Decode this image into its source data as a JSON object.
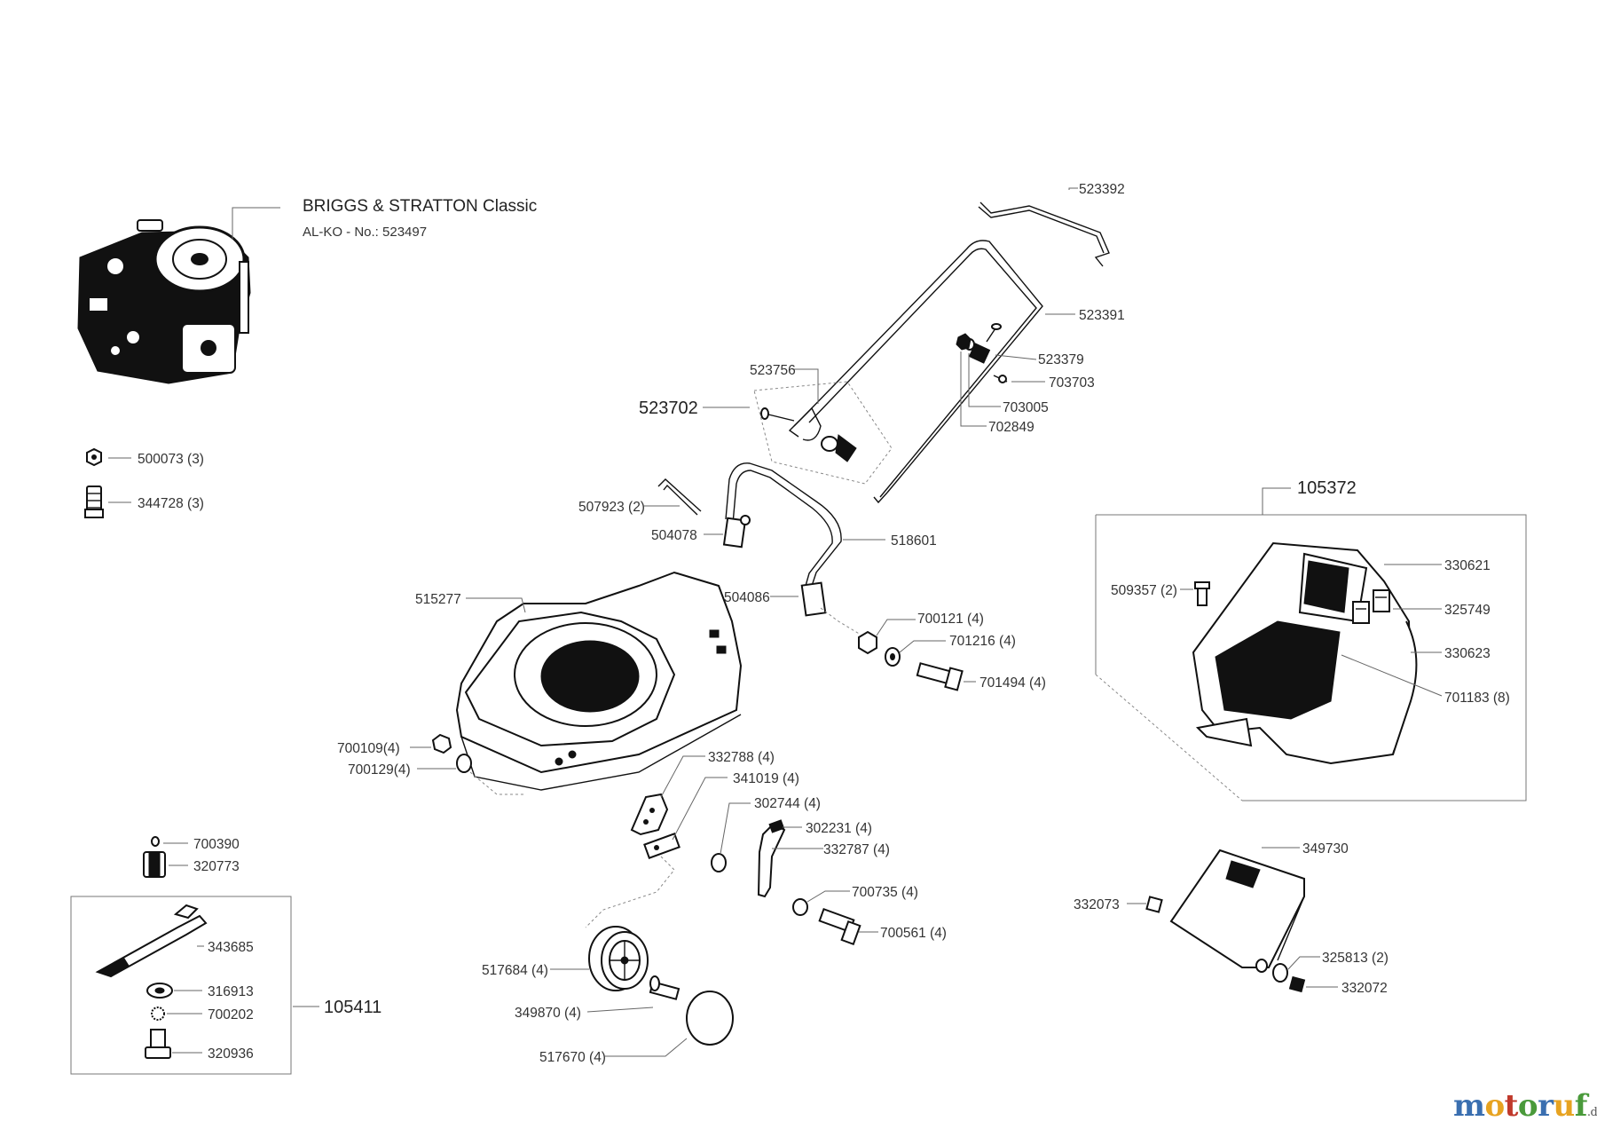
{
  "engine": {
    "title": "BRIGGS & STRATTON Classic",
    "subtitle": "AL-KO - No.: 523497"
  },
  "parts": {
    "p523392": "523392",
    "p523391": "523391",
    "p523379": "523379",
    "p703703": "703703",
    "p703005": "703005",
    "p702849": "702849",
    "p523756": "523756",
    "p523702": "523702",
    "p500073": "500073 (3)",
    "p344728": "344728 (3)",
    "p507923": "507923 (2)",
    "p504078": "504078",
    "p518601": "518601",
    "p504086": "504086",
    "p515277": "515277",
    "p700121": "700121 (4)",
    "p701216": "701216 (4)",
    "p701494": "701494 (4)",
    "p700109": "700109(4)",
    "p700129": "700129(4)",
    "p332788": "332788 (4)",
    "p341019": "341019 (4)",
    "p302744": "302744 (4)",
    "p302231": "302231 (4)",
    "p332787": "332787 (4)",
    "p700735": "700735 (4)",
    "p700561": "700561 (4)",
    "p517684": "517684 (4)",
    "p349870": "349870 (4)",
    "p517670": "517670 (4)",
    "p700390": "700390",
    "p320773": "320773",
    "p343685": "343685",
    "p316913": "316913",
    "p700202": "700202",
    "p320936": "320936",
    "p105411": "105411",
    "p105372": "105372",
    "p330621": "330621",
    "p325749": "325749",
    "p330623": "330623",
    "p701183": "701183 (8)",
    "p509357": "509357 (2)",
    "p349730": "349730",
    "p332073": "332073",
    "p325813": "325813 (2)",
    "p332072": "332072"
  },
  "brand": {
    "m": "m",
    "o1": "o",
    "t": "t",
    "o2": "o",
    "r": "r",
    "u": "u",
    "f": "f",
    "de": ".de"
  }
}
